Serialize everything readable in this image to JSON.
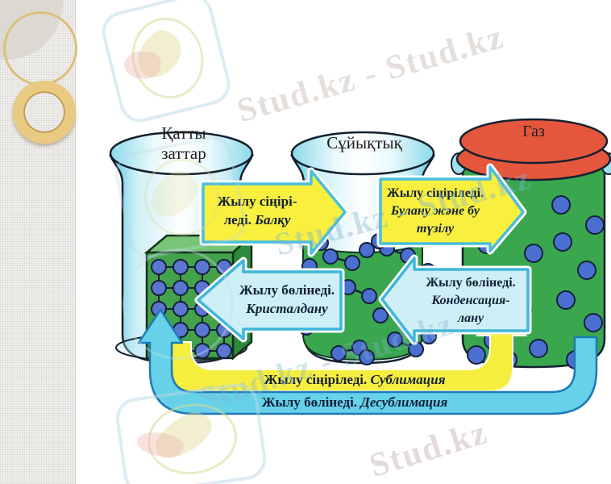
{
  "beakers": {
    "solid": {
      "label_line1": "Қатты",
      "label_line2": "заттар"
    },
    "liquid": {
      "label": "Сұйықтық"
    },
    "gas": {
      "label": "Газ"
    }
  },
  "arrows": {
    "melting": {
      "line1": "Жылу сіңірі-",
      "line2_prefix": "леді. ",
      "line2_term": "Балқу"
    },
    "evaporation": {
      "line1": "Жылу сіңіріледі.",
      "line2_term": "Булану және бу",
      "line3_term": "түзілу"
    },
    "crystallization": {
      "line1": "Жылу бөлінеді.",
      "line2_term": "Кристалдану"
    },
    "condensation": {
      "line1": "Жылу бөлінеді.",
      "line2_term": "Конденсация-",
      "line3_term": "лану"
    },
    "sublimation": {
      "prefix": "Жылу сіңіріледі. ",
      "term": "Сублимация"
    },
    "desublimation": {
      "prefix": "Жылу бөлінеді. ",
      "term": "Десублимация"
    }
  },
  "watermarks": {
    "top": "Stud.kz - Stud.kz",
    "middle": "Stud.kz - Stud.kz",
    "lower": "Stud.kz - Stud.kz",
    "bottom_right": "Stud.kz"
  },
  "colors": {
    "arrow_yellow": "#f8ef3f",
    "arrow_cyan_light": "#cfeff6",
    "arrow_border_blue": "#49bede",
    "band_cyan": "#67d1e9",
    "band_outline": "#1d7ab8",
    "glass_cyan": "#62cbe2",
    "liquid_green": "#3aa64e",
    "molecule_blue": "#4a6fd0",
    "lid_red": "#e4573d",
    "text_dark": "#101f38"
  }
}
